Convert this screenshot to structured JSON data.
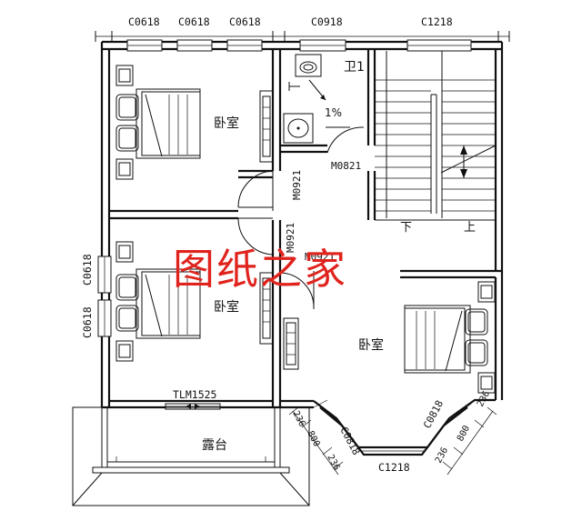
{
  "plan": {
    "rooms": {
      "bedroom_top_left": "卧室",
      "bedroom_bottom_left": "卧室",
      "bedroom_right": "卧室",
      "bathroom": "卫1",
      "terrace": "露台"
    },
    "stairs": {
      "down": "下",
      "up": "上"
    },
    "windows": {
      "top_1": "C0618",
      "top_2": "C0618",
      "top_3": "C0618",
      "top_4": "C0918",
      "top_5": "C1218",
      "left_1": "C0618",
      "left_2": "C0618",
      "bay_left": "C0818",
      "bay_right": "C0818",
      "bay_bottom": "C1218"
    },
    "doors": {
      "bath_door": "M0821",
      "bedroom_top_door": "M0921",
      "bedroom_bottom_door": "M0921",
      "bedroom_right_door": "M0921",
      "terrace_door": "TLM1525"
    },
    "slope_label": "1%",
    "dimensions": {
      "left_a": "236",
      "left_b": "800",
      "left_c": "236",
      "right_a": "236",
      "right_b": "800",
      "right_c": "236"
    },
    "watermark": "图纸之家"
  }
}
